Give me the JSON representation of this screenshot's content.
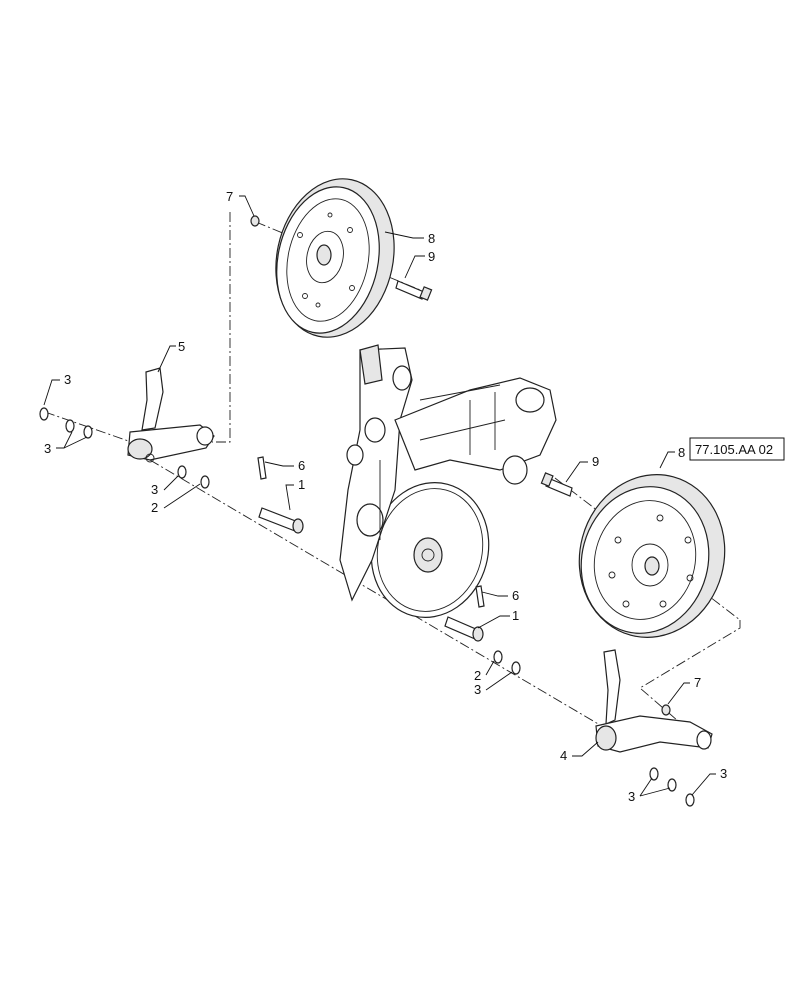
{
  "reference": "77.105.AA 02",
  "callouts": {
    "c7_top": "7",
    "c8_top": "8",
    "c9_top": "9",
    "c5": "5",
    "c3_a": "3",
    "c3_b": "3",
    "c3_c": "3",
    "c2_a": "2",
    "c6_a": "6",
    "c1_a": "1",
    "c9_right": "9",
    "c8_right": "8",
    "c6_b": "6",
    "c1_b": "1",
    "c2_b": "2",
    "c3_d": "3",
    "c7_right": "7",
    "c4": "4",
    "c3_e": "3",
    "c3_f": "3"
  },
  "colors": {
    "line": "#222222",
    "background": "#ffffff"
  }
}
